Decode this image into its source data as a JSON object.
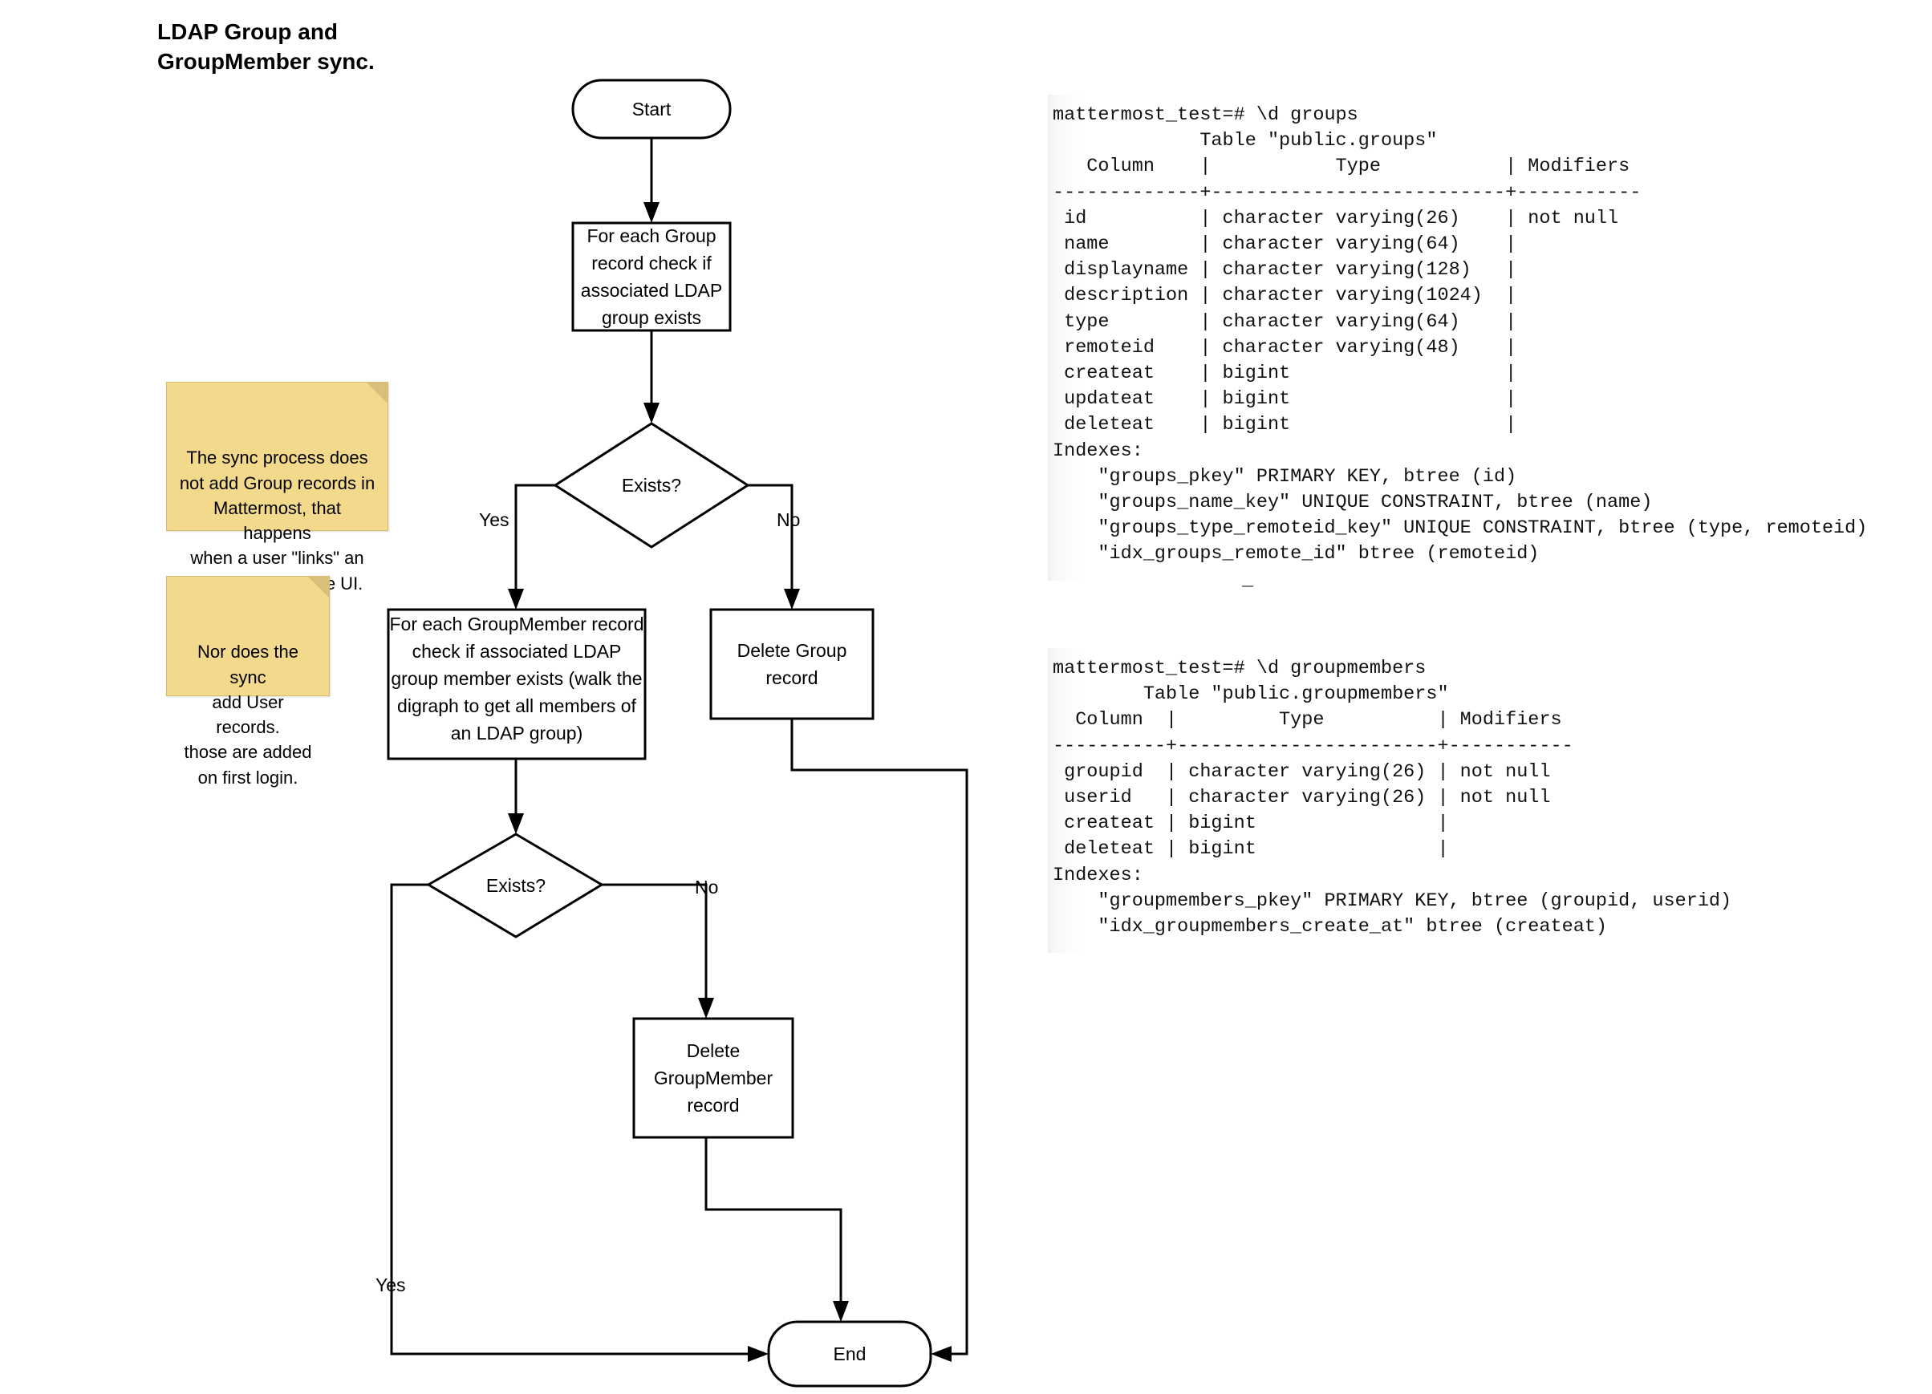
{
  "title": "LDAP Group and\nGroupMember sync.",
  "flowchart": {
    "nodes": {
      "start": "Start",
      "check_group": "For each Group\nrecord check if\nassociated LDAP\ngroup exists",
      "exists_1": "Exists?",
      "check_member": "For each GroupMember record\ncheck if associated LDAP\ngroup member exists (walk the\ndigraph to get all members of\nan LDAP group)",
      "delete_group": "Delete Group\nrecord",
      "exists_2": "Exists?",
      "delete_member": "Delete\nGroupMember\nrecord",
      "end": "End"
    },
    "edge_labels": {
      "exists1_yes": "Yes",
      "exists1_no": "No",
      "exists2_no": "No",
      "exists2_yes": "Yes"
    }
  },
  "notes": [
    {
      "id": "note-sync-process",
      "text": "The sync process does\nnot add Group records in\nMattermost, that happens\nwhen a user \"links\" an\nLDAP group in the UI."
    },
    {
      "id": "note-user-records",
      "text": "Nor does the sync\nadd User records.\nthose are added\non first login."
    }
  ],
  "terminals": {
    "groups": {
      "prompt": "mattermost_test=# \\d groups",
      "body": "mattermost_test=# \\d groups\n             Table \"public.groups\"\n   Column    |           Type           | Modifiers\n-------------+--------------------------+-----------\n id          | character varying(26)    | not null\n name        | character varying(64)    |\n displayname | character varying(128)   |\n description | character varying(1024)  |\n type        | character varying(64)    |\n remoteid    | character varying(48)    |\n createat    | bigint                   |\n updateat    | bigint                   |\n deleteat    | bigint                   |\nIndexes:\n    \"groups_pkey\" PRIMARY KEY, btree (id)\n    \"groups_name_key\" UNIQUE CONSTRAINT, btree (name)\n    \"groups_type_remoteid_key\" UNIQUE CONSTRAINT, btree (type, remoteid)\n    \"idx_groups_remote_id\" btree (remoteid)",
      "cursor": "_"
    },
    "groupmembers": {
      "prompt": "mattermost_test=# \\d groupmembers",
      "body": "mattermost_test=# \\d groupmembers\n        Table \"public.groupmembers\"\n  Column  |         Type          | Modifiers\n----------+-----------------------+-----------\n groupid  | character varying(26) | not null\n userid   | character varying(26) | not null\n createat | bigint                |\n deleteat | bigint                |\nIndexes:\n    \"groupmembers_pkey\" PRIMARY KEY, btree (groupid, userid)\n    \"idx_groupmembers_create_at\" btree (createat)"
    }
  },
  "colors": {
    "note_fill": "#f2d98c",
    "note_fold": "#d9c07a",
    "stroke": "#000000",
    "shape_fill": "#ffffff"
  }
}
